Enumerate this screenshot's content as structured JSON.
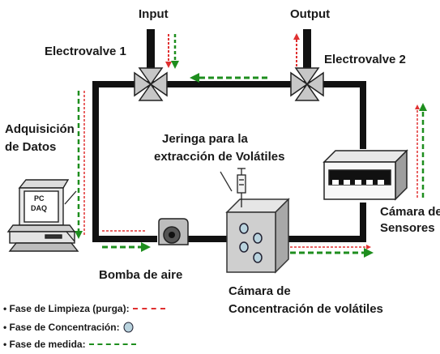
{
  "labels": {
    "input": "Input",
    "output": "Output",
    "electrovalve1": "Electrovalve 1",
    "electrovalve2": "Electrovalve 2",
    "adquisicion_line1": "Adquisición",
    "adquisicion_line2": "de Datos",
    "jeringa_line1": "Jeringa para la",
    "jeringa_line2": "extracción de Volátiles",
    "camara_sensores_line1": "Cámara de",
    "camara_sensores_line2": "Sensores",
    "bomba": "Bomba de aire",
    "camara_conc_line1": "Cámara de",
    "camara_conc_line2": "Concentración de volátiles",
    "pc_line1": "PC",
    "pc_line2": "DAQ"
  },
  "legend": {
    "limpieza": "• Fase de Limpieza (purga):",
    "concentracion": "• Fase de Concentración:",
    "medida": "• Fase de medida:"
  },
  "colors": {
    "pipe": "#111111",
    "purge_red": "#e03030",
    "measure_green": "#1e8e1e",
    "droplet_fill": "#b9d3de"
  }
}
